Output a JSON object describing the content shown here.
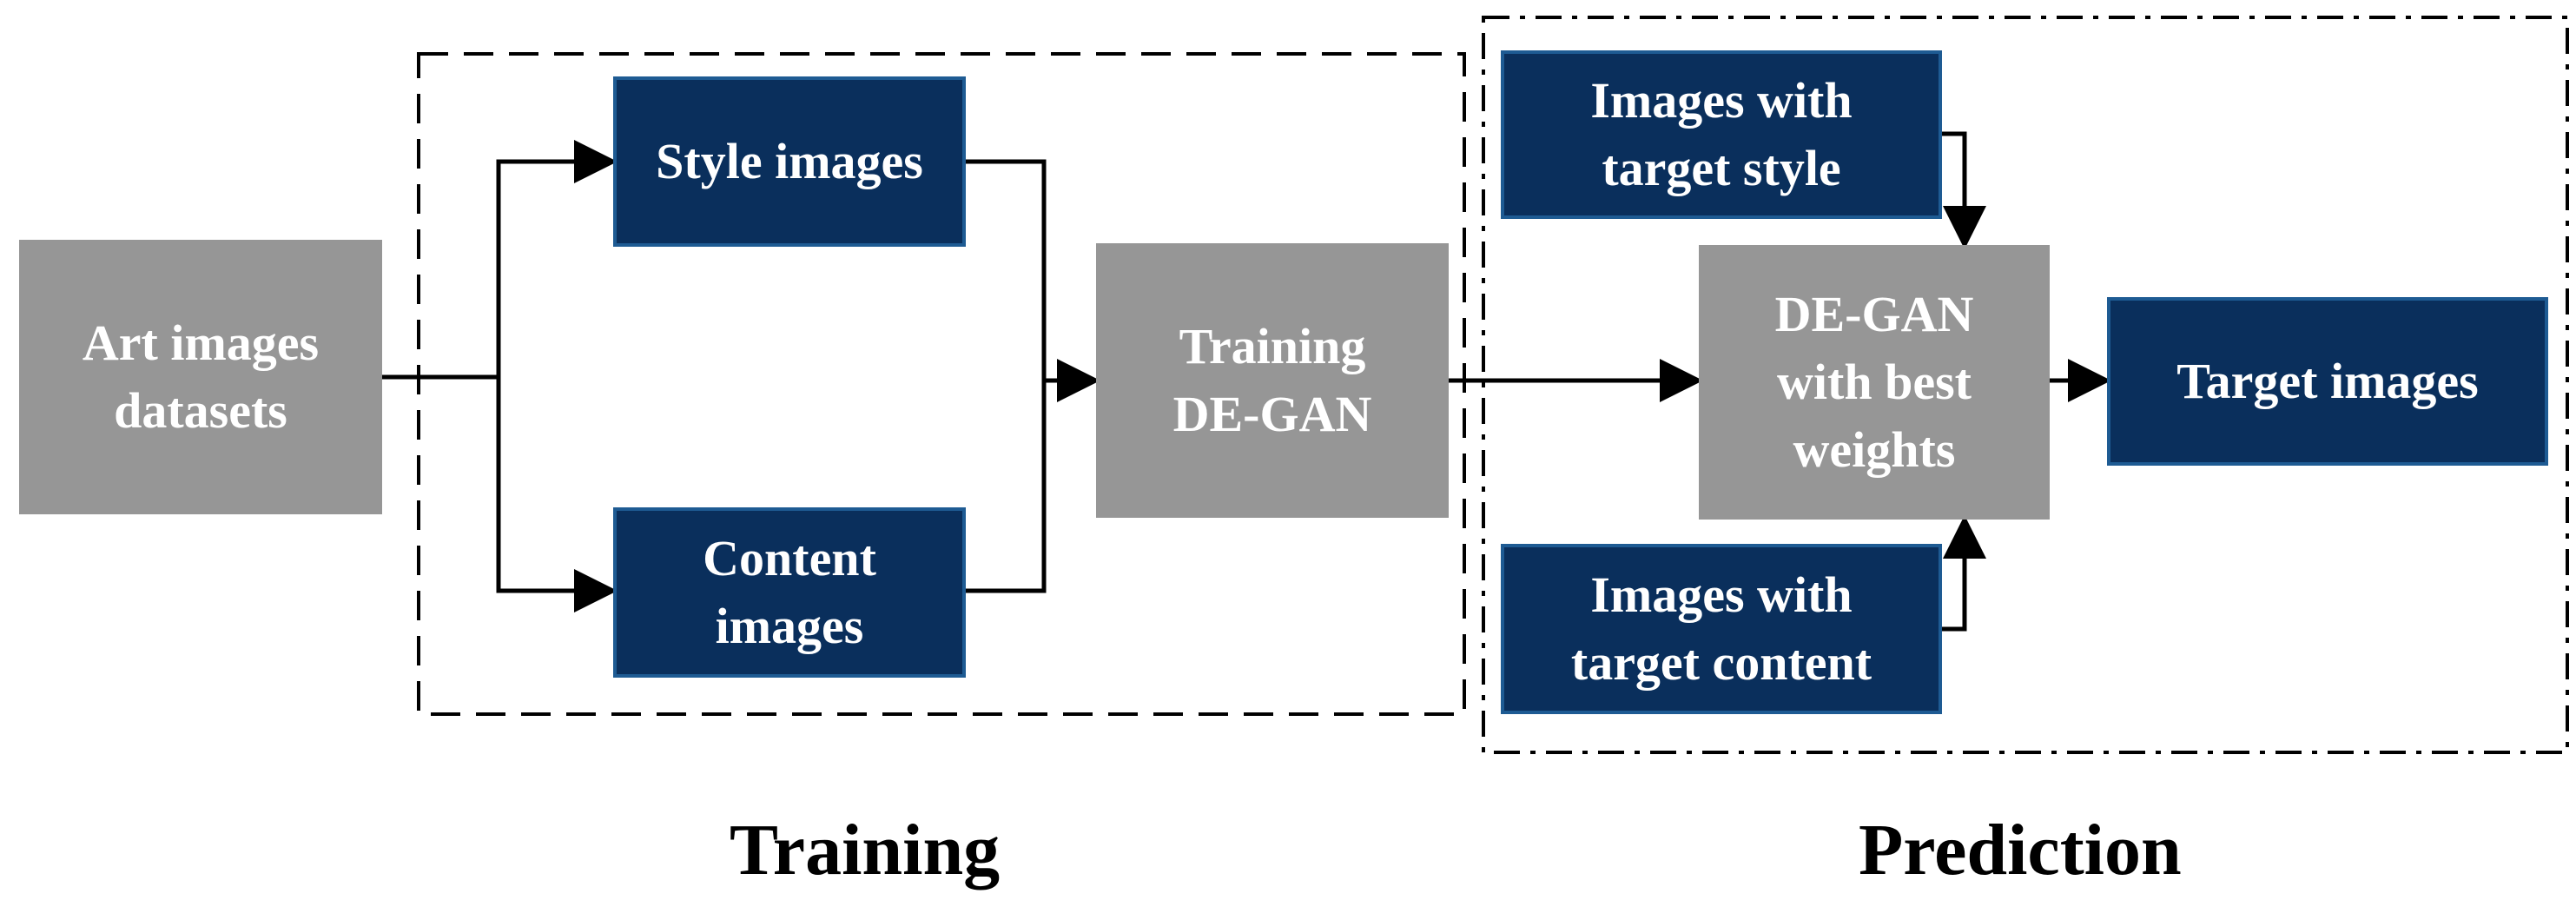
{
  "nodes": {
    "art_datasets": "Art images\ndatasets",
    "style_images": "Style images",
    "content_images": "Content\nimages",
    "training_degan": "Training\nDE-GAN",
    "target_style": "Images with\ntarget style",
    "degan_best": "DE-GAN\nwith best\nweights",
    "target_content": "Images with\ntarget content",
    "target_images": "Target images"
  },
  "sections": {
    "training": "Training",
    "prediction": "Prediction"
  },
  "colors": {
    "gray_box": "#969696",
    "navy_box": "#0a2f5c",
    "navy_border": "#1e5b93",
    "line": "#000000"
  }
}
